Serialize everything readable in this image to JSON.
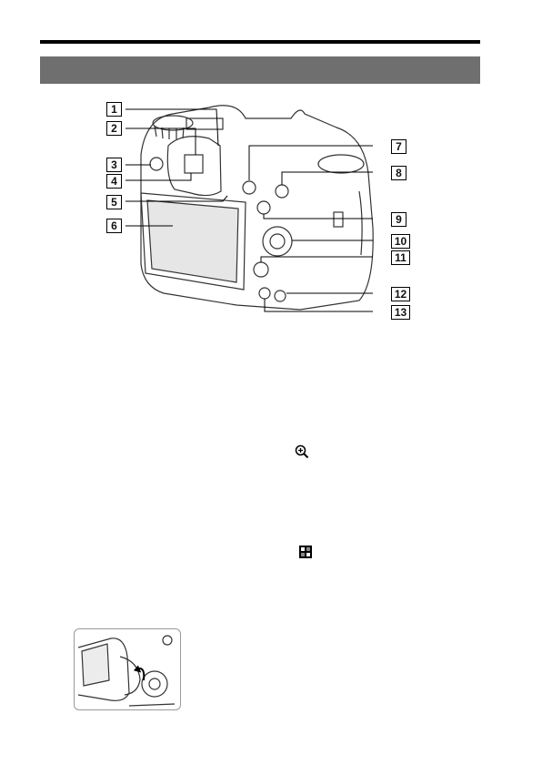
{
  "callouts": [
    "1",
    "2",
    "3",
    "4",
    "5",
    "6",
    "7",
    "8",
    "9",
    "10",
    "11",
    "12",
    "13"
  ],
  "icons": {
    "magnify": "magnify-plus-icon",
    "thumbnail": "index-grid-icon"
  }
}
